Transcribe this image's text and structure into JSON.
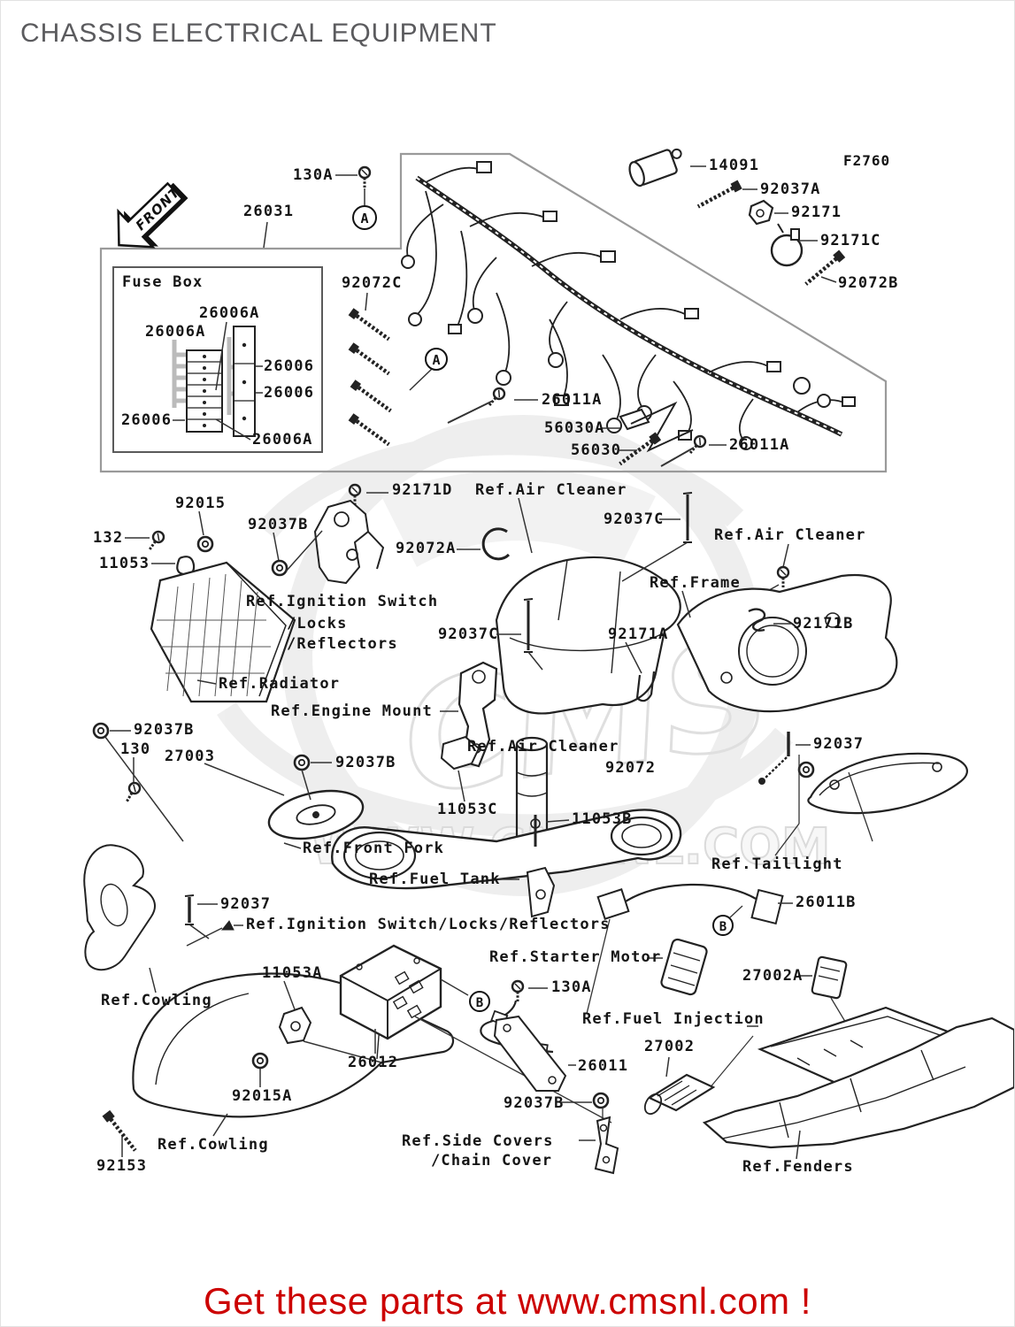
{
  "page": {
    "title": "CHASSIS ELECTRICAL EQUIPMENT",
    "figure_code": "F2760",
    "footer": "Get these parts at www.cmsnl.com !",
    "front_marker": "FRONT",
    "watermark_line1": "CMS",
    "watermark_line2": "WWW.CMSNL.COM"
  },
  "callouts": {
    "a": "A",
    "b": "B"
  },
  "colors": {
    "line": "#1a1a1a",
    "box_line": "#9a9a9a",
    "title_gray": "#5b5b5e",
    "accent_red": "#cc0000",
    "watermark_gray": "#dcdcdc"
  },
  "labels": [
    {
      "text": "130A"
    },
    {
      "text": "26031"
    },
    {
      "text": "14091"
    },
    {
      "text": "92037A"
    },
    {
      "text": "92171"
    },
    {
      "text": "92171C"
    },
    {
      "text": "92072B"
    },
    {
      "text": "92072C"
    },
    {
      "text": "Fuse Box"
    },
    {
      "text": "26006A"
    },
    {
      "text": "26006A"
    },
    {
      "text": "26006"
    },
    {
      "text": "26006"
    },
    {
      "text": "26006"
    },
    {
      "text": "26006A"
    },
    {
      "text": "26011A"
    },
    {
      "text": "56030A"
    },
    {
      "text": "56030"
    },
    {
      "text": "26011A"
    },
    {
      "text": "92171D"
    },
    {
      "text": "Ref.Air Cleaner"
    },
    {
      "text": "92015"
    },
    {
      "text": "92037B"
    },
    {
      "text": "132"
    },
    {
      "text": "11053"
    },
    {
      "text": "92072A"
    },
    {
      "text": "92037C"
    },
    {
      "text": "Ref.Air Cleaner"
    },
    {
      "text": "Ref.Frame"
    },
    {
      "text": "92171B"
    },
    {
      "text": "92171A"
    },
    {
      "text": "92037C"
    },
    {
      "text": "Ref.Ignition Switch"
    },
    {
      "text": "/Locks"
    },
    {
      "text": "/Reflectors"
    },
    {
      "text": "Ref.Radiator"
    },
    {
      "text": "Ref.Engine Mount"
    },
    {
      "text": "92037B"
    },
    {
      "text": "130"
    },
    {
      "text": "27003"
    },
    {
      "text": "92037B"
    },
    {
      "text": "Ref.Air Cleaner"
    },
    {
      "text": "92072"
    },
    {
      "text": "92037"
    },
    {
      "text": "11053C"
    },
    {
      "text": "11053B"
    },
    {
      "text": "Ref.Front Fork"
    },
    {
      "text": "Ref.Fuel Tank"
    },
    {
      "text": "Ref.Taillight"
    },
    {
      "text": "92037"
    },
    {
      "text": "Ref.Ignition Switch/Locks/Reflectors"
    },
    {
      "text": "Ref.Cowling"
    },
    {
      "text": "11053A"
    },
    {
      "text": "26012"
    },
    {
      "text": "Ref.Starter Motor"
    },
    {
      "text": "26011B"
    },
    {
      "text": "27002A"
    },
    {
      "text": "130A"
    },
    {
      "text": "Ref.Fuel Injection"
    },
    {
      "text": "27002"
    },
    {
      "text": "26011"
    },
    {
      "text": "92015A"
    },
    {
      "text": "Ref.Cowling"
    },
    {
      "text": "92153"
    },
    {
      "text": "92037B"
    },
    {
      "text": "Ref.Side Covers"
    },
    {
      "text": "/Chain Cover"
    },
    {
      "text": "Ref.Fenders"
    }
  ]
}
